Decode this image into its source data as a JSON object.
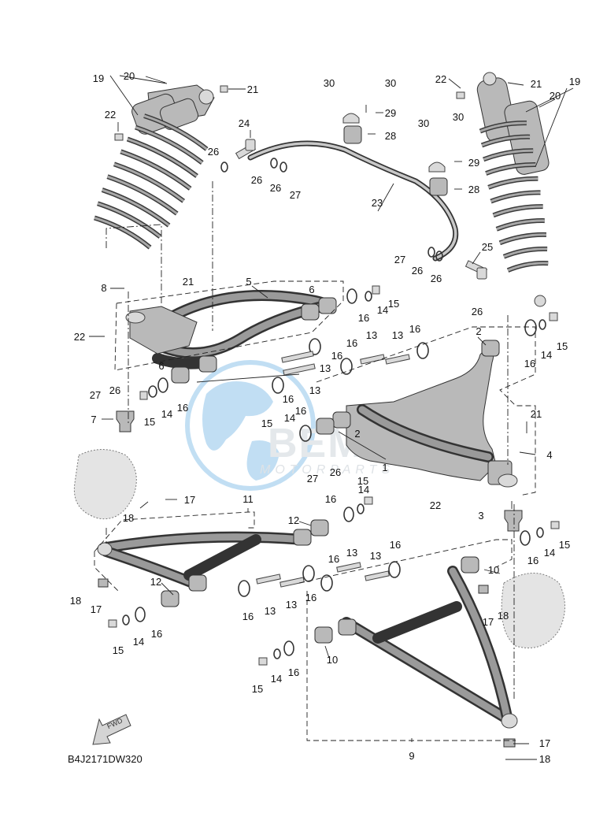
{
  "diagram_code": "B4J2171DW320",
  "fwd_label": "FWD",
  "watermark": {
    "brand": "BEMI",
    "tagline": "MOTORPARTS"
  },
  "callouts": [
    "1",
    "2",
    "3",
    "4",
    "5",
    "6",
    "7",
    "8",
    "9",
    "10",
    "11",
    "12",
    "13",
    "14",
    "15",
    "16",
    "17",
    "18",
    "19",
    "20",
    "21",
    "22",
    "23",
    "24",
    "25",
    "26",
    "27",
    "28",
    "29",
    "30"
  ],
  "colors": {
    "ink": "#111111",
    "part_fill": "#b9b9b9",
    "watermark_globe": "#4aa3df"
  }
}
